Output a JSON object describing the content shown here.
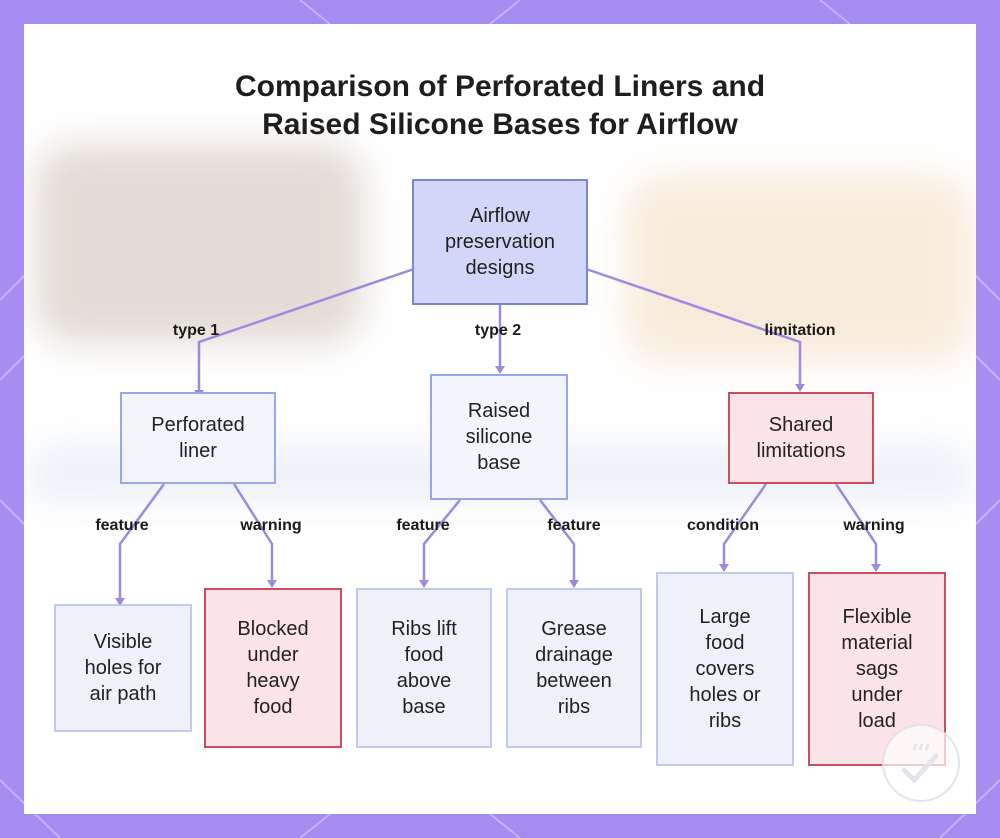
{
  "title": {
    "line1": "Comparison of Perforated Liners and",
    "line2": "Raised Silicone Bases for Airflow"
  },
  "nodes": {
    "root": [
      "Airflow",
      "preservation",
      "designs"
    ],
    "perforated_liner": [
      "Perforated",
      "liner"
    ],
    "raised_silicone_base": [
      "Raised",
      "silicone",
      "base"
    ],
    "shared_limitations": [
      "Shared",
      "limitations"
    ],
    "visible_holes": [
      "Visible",
      "holes for",
      "air path"
    ],
    "blocked_heavy": [
      "Blocked",
      "under",
      "heavy",
      "food"
    ],
    "ribs_lift": [
      "Ribs lift",
      "food",
      "above",
      "base"
    ],
    "grease_drainage": [
      "Grease",
      "drainage",
      "between",
      "ribs"
    ],
    "large_food": [
      "Large",
      "food",
      "covers",
      "holes or",
      "ribs"
    ],
    "flexible_material": [
      "Flexible",
      "material",
      "sags",
      "under",
      "load"
    ]
  },
  "edges": {
    "type1": "type 1",
    "type2": "type 2",
    "limitation": "limitation",
    "feature_a": "feature",
    "warning_a": "warning",
    "feature_b": "feature",
    "feature_c": "feature",
    "condition": "condition",
    "warning_b": "warning"
  },
  "colors": {
    "edge": "#9d8ae0",
    "root_fill": "#d2d6f8",
    "warning_border": "#c94e5e",
    "frame": "#a58cf0"
  }
}
